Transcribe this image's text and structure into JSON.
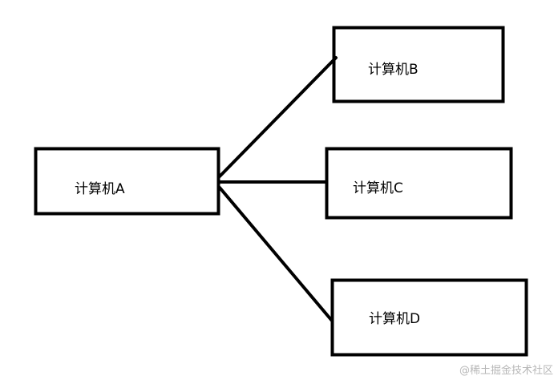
{
  "diagram": {
    "nodes": [
      {
        "id": "A",
        "label": "计算机A"
      },
      {
        "id": "B",
        "label": "计算机B"
      },
      {
        "id": "C",
        "label": "计算机C"
      },
      {
        "id": "D",
        "label": "计算机D"
      }
    ],
    "edges": [
      {
        "from": "A",
        "to": "B"
      },
      {
        "from": "A",
        "to": "C"
      },
      {
        "from": "A",
        "to": "D"
      }
    ],
    "colors": {
      "stroke": "#000000",
      "background": "#ffffff",
      "watermark": "#b7b7b7"
    }
  },
  "watermark": "@稀土掘金技术社区"
}
